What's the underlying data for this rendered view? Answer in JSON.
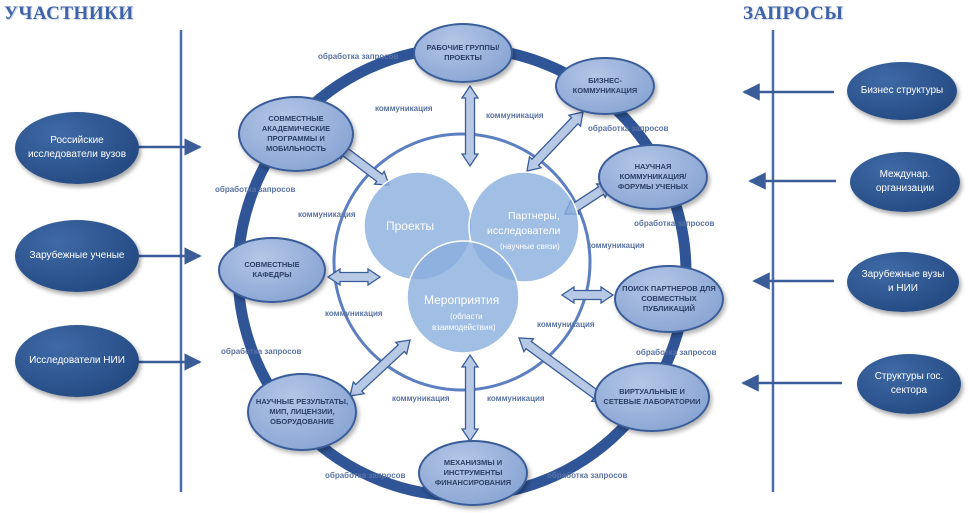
{
  "headings": {
    "left": "УЧАСТНИКИ",
    "right": "ЗАПРОСЫ"
  },
  "participants": [
    {
      "label": "Российские исследователи вузов"
    },
    {
      "label": "Зарубежные ученые"
    },
    {
      "label": "Исследователи НИИ"
    }
  ],
  "requests": [
    {
      "label": "Бизнес структуры"
    },
    {
      "label": "Междунар. организации"
    },
    {
      "label": "Зарубежные вузы и НИИ"
    },
    {
      "label": "Структуры гос. сектора"
    }
  ],
  "ring_nodes": [
    {
      "label": "Рабочие группы/проекты"
    },
    {
      "label": "Бизнес-коммуникация"
    },
    {
      "label": "Научная коммуникация/ форумы ученых"
    },
    {
      "label": "Поиск партнеров для совместных публикаций"
    },
    {
      "label": "Виртуальные и сетевые лаборатории"
    },
    {
      "label": "Механизмы и инструменты финансирования"
    },
    {
      "label": "Научные результаты, МИП, лицензии, оборудование"
    },
    {
      "label": "Совместные кафедры"
    },
    {
      "label": "Совместные академические программы и мобильность"
    }
  ],
  "venn": {
    "projects": "Проекты",
    "partners_line1": "Партнеры,",
    "partners_line2": "исследователи",
    "partners_sub": "(научные связи)",
    "events": "Мероприятия",
    "events_sub_line1": "(области",
    "events_sub_line2": "взаимодействия)"
  },
  "labels": {
    "processing": "обработка запросов",
    "communication": "коммуникация"
  }
}
